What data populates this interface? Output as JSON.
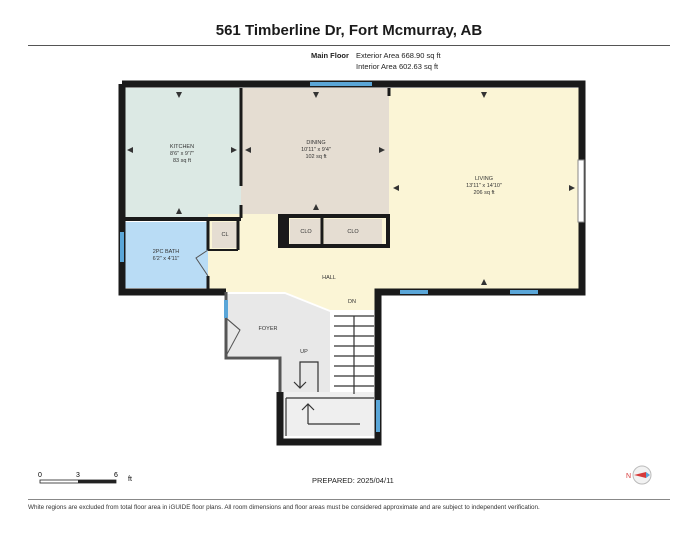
{
  "header": {
    "address": "561 Timberline Dr, Fort Mcmurray, AB"
  },
  "floor": {
    "name": "Main Floor",
    "exterior_area": "Exterior Area 668.90 sq ft",
    "interior_area": "Interior Area 602.63 sq ft"
  },
  "rooms": {
    "kitchen": {
      "name": "KITCHEN",
      "dims": "8'6\" x 9'7\"",
      "area": "83 sq ft"
    },
    "dining": {
      "name": "DINING",
      "dims": "10'11\" x 9'4\"",
      "area": "102 sq ft"
    },
    "living": {
      "name": "LIVING",
      "dims": "13'11\" x 14'10\"",
      "area": "206 sq ft"
    },
    "bath": {
      "name": "2PC BATH",
      "dims": "6'2\" x 4'11\""
    },
    "cl": "CL",
    "clo1": "CLO",
    "clo2": "CLO",
    "hall": "HALL",
    "dn": "DN",
    "foyer": "FOYER",
    "up": "UP"
  },
  "scale": {
    "labels": [
      "0",
      "3",
      "6"
    ],
    "unit": "ft"
  },
  "prepared": "PREPARED: 2025/04/11",
  "disclaimer": "White regions are excluded from total floor area in iGUIDE floor plans. All room dimensions and floor areas must be considered approximate and are subject to independent verification.",
  "colors": {
    "wall": "#1a1a1a",
    "kitchen": "#dce9e4",
    "dining": "#e5ddd2",
    "living": "#fbf5d6",
    "bath": "#b9dcf5",
    "hall": "#fbf5d6",
    "foyer": "#e8e8e8",
    "window": "#5aa6d8"
  }
}
